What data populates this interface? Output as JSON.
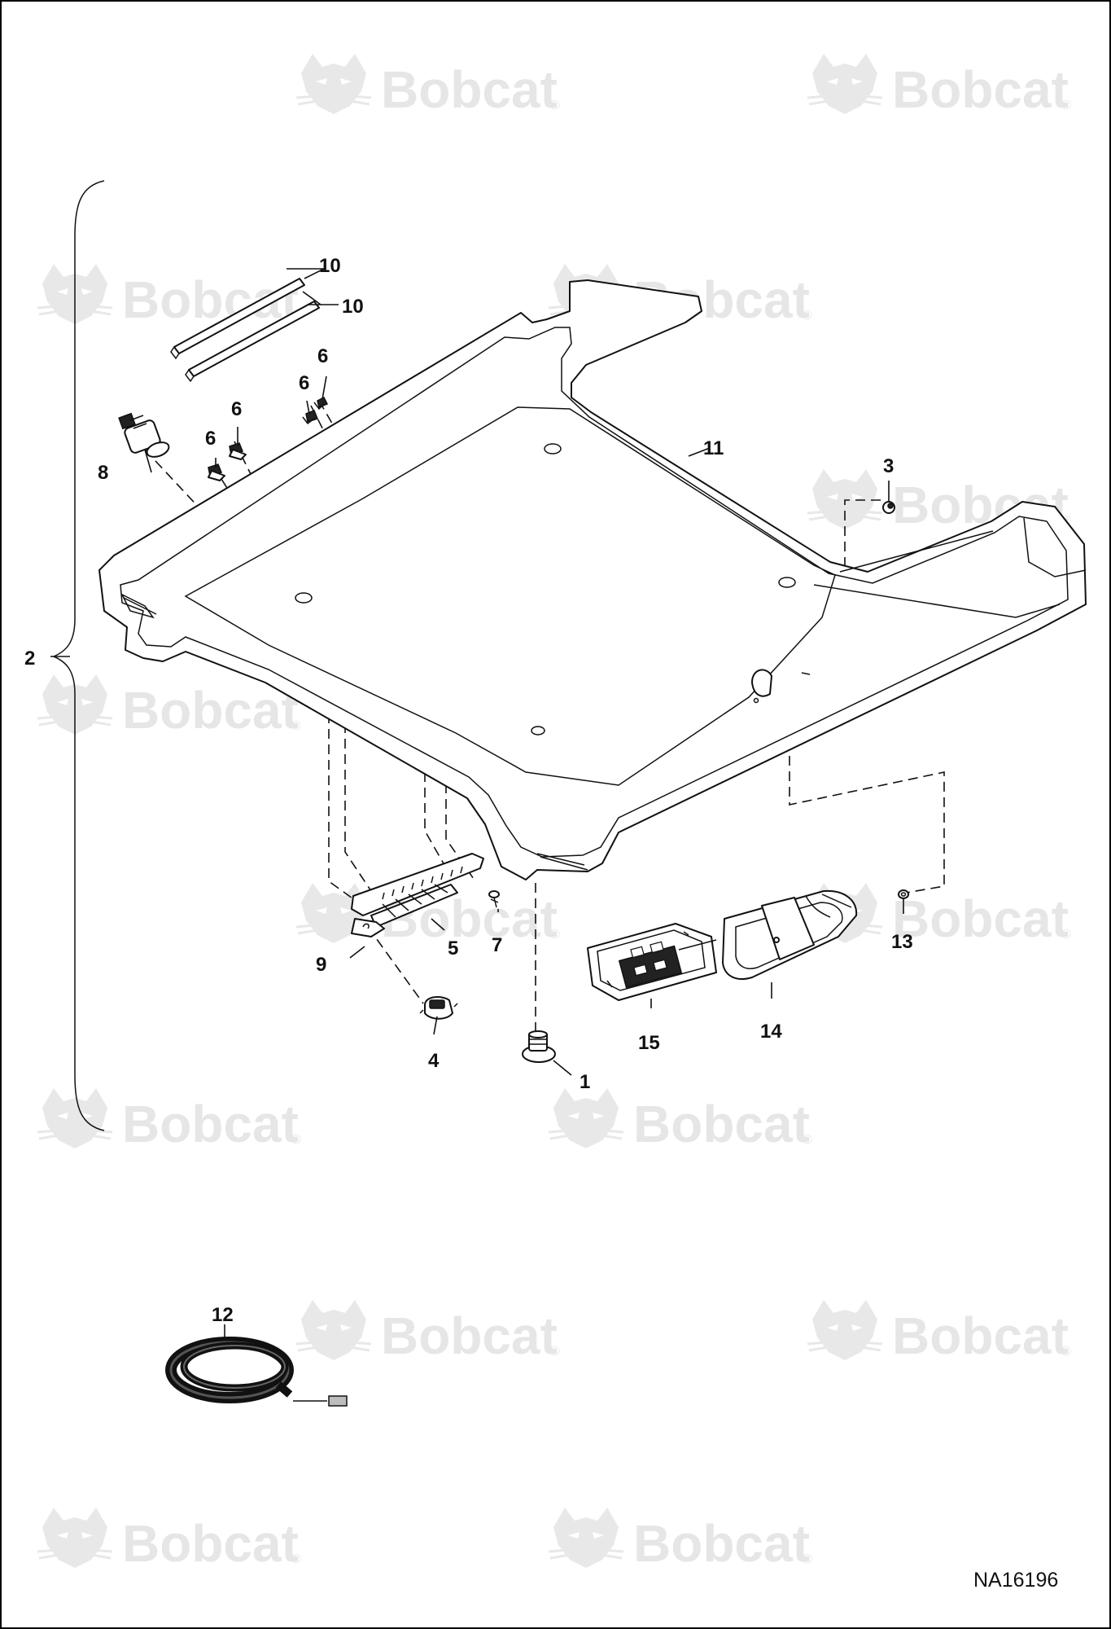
{
  "watermark": {
    "brand": "Bobcat",
    "registered_mark": "®",
    "icon": "bobcat-head-logo-icon"
  },
  "callouts": {
    "c1": "1",
    "c2": "2",
    "c3": "3",
    "c4": "4",
    "c5": "5",
    "c6": "6",
    "c7": "7",
    "c8": "8",
    "c9": "9",
    "c10": "10",
    "c11": "11",
    "c12": "12",
    "c13": "13",
    "c14": "14",
    "c15": "15"
  },
  "drawing_number": "NA16196",
  "colors": {
    "line": "#111111",
    "watermark": "#e6e6e6",
    "background": "#ffffff"
  }
}
